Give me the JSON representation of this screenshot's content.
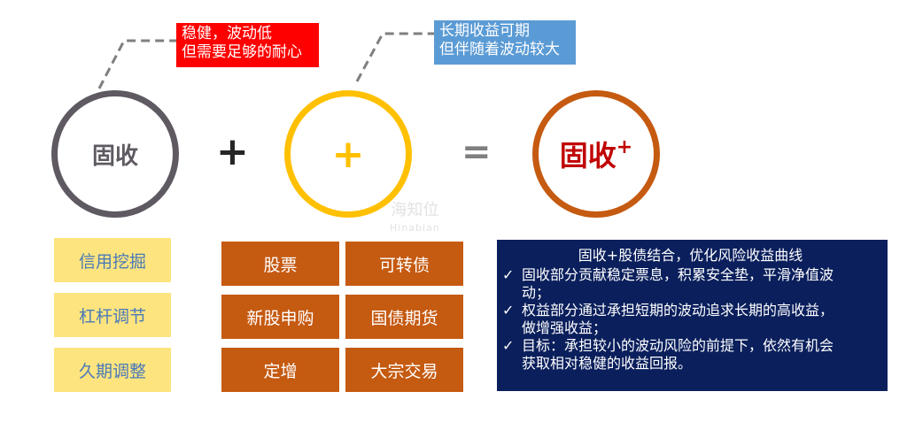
{
  "callouts": {
    "left": {
      "line1": "稳健，波动低",
      "line2": "但需要足够的耐心",
      "color": "#ff0000"
    },
    "right": {
      "line1": "长期收益可期",
      "line2": "但伴随着波动较大",
      "color": "#5b9bd5"
    }
  },
  "circles": {
    "fixed_income": {
      "label": "固收",
      "color": "#5f5962"
    },
    "plus": {
      "label": "+",
      "color": "#ffc000"
    },
    "result": {
      "label": "固收",
      "sup": "+",
      "color": "#c55a11",
      "text_color": "#c00000"
    }
  },
  "operators": {
    "plus": "+",
    "equals": "="
  },
  "yellow_boxes": [
    "信用挖掘",
    "杠杆调节",
    "久期调整"
  ],
  "orange_boxes": [
    [
      "股票",
      "可转债"
    ],
    [
      "新股申购",
      "国债期货"
    ],
    [
      "定增",
      "大宗交易"
    ]
  ],
  "summary": {
    "title": "固收+股债结合，优化风险收益曲线",
    "items": [
      {
        "line1": "固收部分贡献稳定票息，积累安全垫，平滑净值波",
        "line2": "动；"
      },
      {
        "line1": "权益部分通过承担短期的波动追求长期的高收益，",
        "line2": "做增强收益；"
      },
      {
        "line1": "目标：承担较小的波动风险的前提下，依然有机会",
        "line2": "获取相对稳健的收益回报。"
      }
    ],
    "check_icon": "check-icon"
  },
  "watermark": {
    "cn": "海知位",
    "en": "Hinabian"
  }
}
